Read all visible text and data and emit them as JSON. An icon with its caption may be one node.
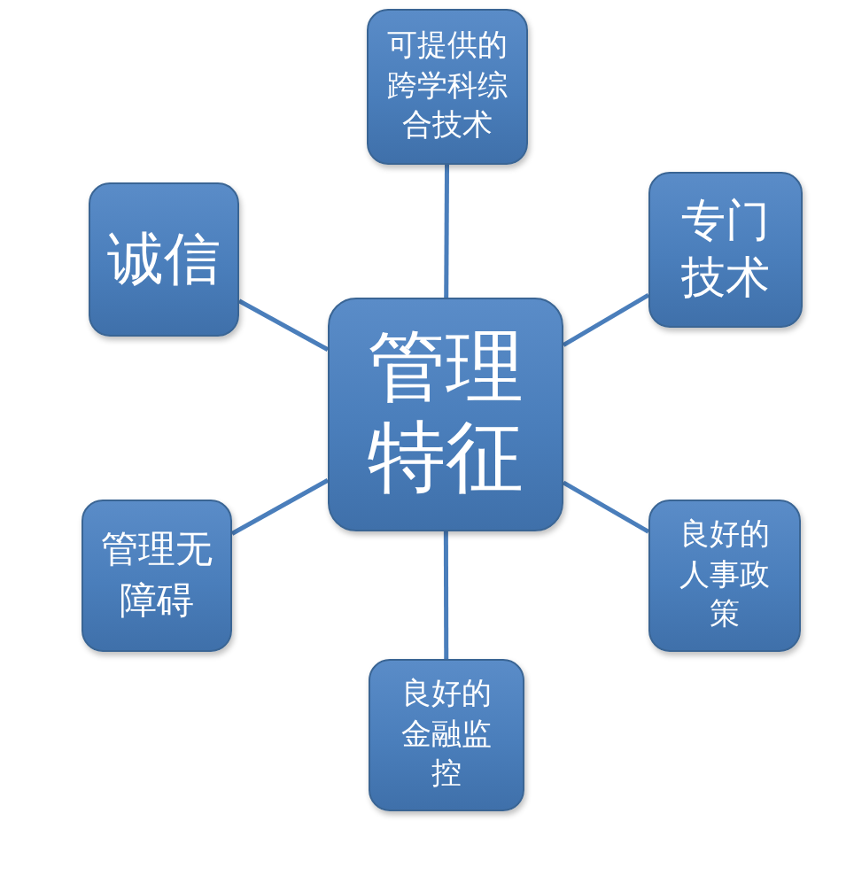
{
  "diagram": {
    "nodes": [
      {
        "text": [
          "管理特征"
        ]
      },
      {
        "text": [
          "可提供的跨学科综合技术"
        ]
      },
      {
        "text": [
          "诚信"
        ]
      },
      {
        "text": [
          "专门技术"
        ]
      },
      {
        "text": [
          "管理无障碍"
        ]
      },
      {
        "text": [
          "良好的人事政策"
        ]
      },
      {
        "text": [
          "良好的金融监控"
        ]
      }
    ],
    "edges": [
      {
        "from": 0,
        "to": 1,
        "arrow": "none"
      },
      {
        "from": 0,
        "to": 2,
        "arrow": "none"
      },
      {
        "from": 0,
        "to": 3,
        "arrow": "none"
      },
      {
        "from": 0,
        "to": 4,
        "arrow": "none"
      },
      {
        "from": 0,
        "to": 5,
        "arrow": "none"
      },
      {
        "from": 0,
        "to": 6,
        "arrow": "none"
      }
    ]
  }
}
